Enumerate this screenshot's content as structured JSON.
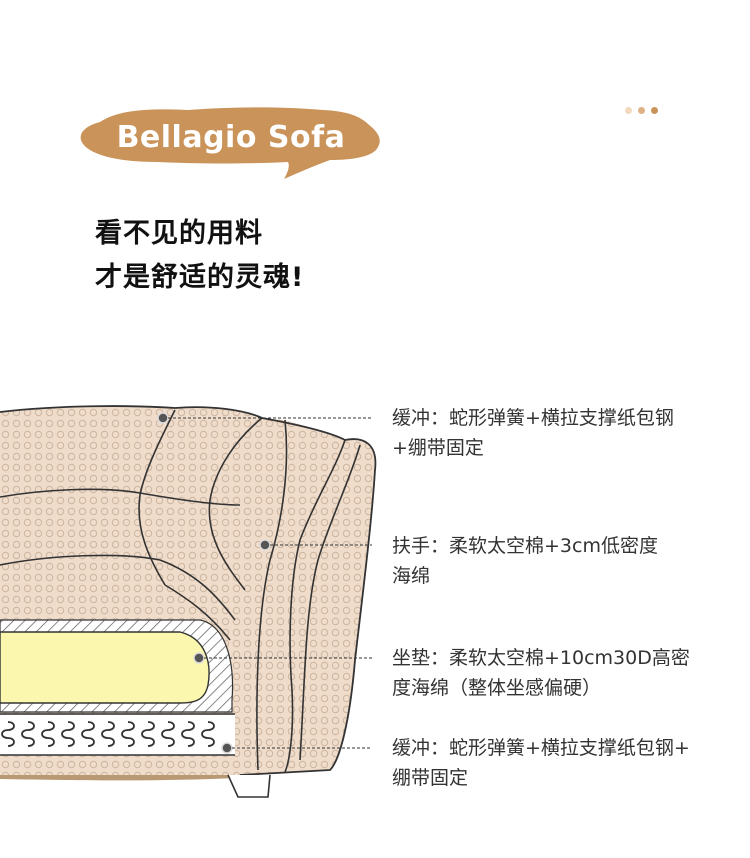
{
  "brand": {
    "title": "Bellagio Sofa",
    "badge_color": "#C9935A"
  },
  "pager": {
    "dot_colors": [
      "#F2D9BE",
      "#DDB184",
      "#C9935A"
    ]
  },
  "headline": {
    "line1": "看不见的用料",
    "line2": "才是舒适的灵魂!"
  },
  "callouts": [
    {
      "line1": "缓冲：蛇形弹簧+横拉支撑纸包钢",
      "line2": "+绷带固定"
    },
    {
      "line1": "扶手：柔软太空棉+3cm低密度",
      "line2": "海绵"
    },
    {
      "line1": "坐垫：柔软太空棉+10cm30D高密",
      "line2": "度海绵（整体坐感偏硬）"
    },
    {
      "line1": "缓冲：蛇形弹簧+横拉支撑纸包钢+",
      "line2": "绷带固定"
    }
  ],
  "colors": {
    "fabric": "#EFDCCB",
    "foam": "#FBF7AE",
    "base": "#B99973",
    "text": "#333333"
  }
}
